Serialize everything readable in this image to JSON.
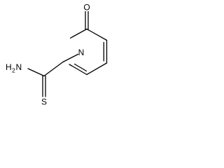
{
  "molecule": {
    "atoms": {
      "oxygen": "O",
      "nitrogen_ring": "N",
      "amine_nitrogen": "N",
      "amine_hydrogen": "H",
      "amine_hydrogen_count": "2",
      "sulfur": "S"
    },
    "colors": {
      "bond": "#000000",
      "label": "#000000",
      "background": "#ffffff"
    }
  }
}
